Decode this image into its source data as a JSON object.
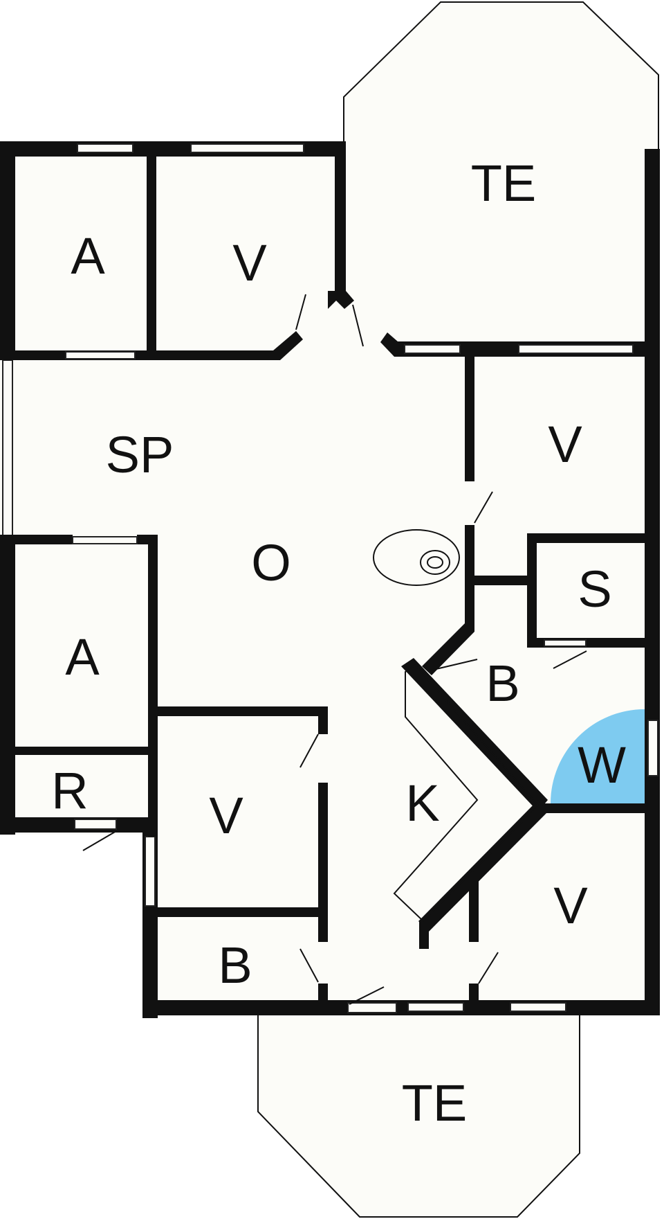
{
  "colors": {
    "floor": "#fcfcf8",
    "wall": "#111111",
    "wardrobe_fill": "#7ecbf0"
  },
  "rooms": {
    "terrace_top": "TE",
    "storage_top_left": "A",
    "bedroom_top": "V",
    "dining": "SP",
    "bedroom_right_top": "V",
    "living": "O",
    "sauna": "S",
    "storage_left": "A",
    "bath_right": "B",
    "wc": "W",
    "cleaning": "R",
    "bedroom_mid": "V",
    "kitchen": "K",
    "bedroom_right_bottom": "V",
    "bath_bottom": "B",
    "terrace_bottom": "TE"
  }
}
